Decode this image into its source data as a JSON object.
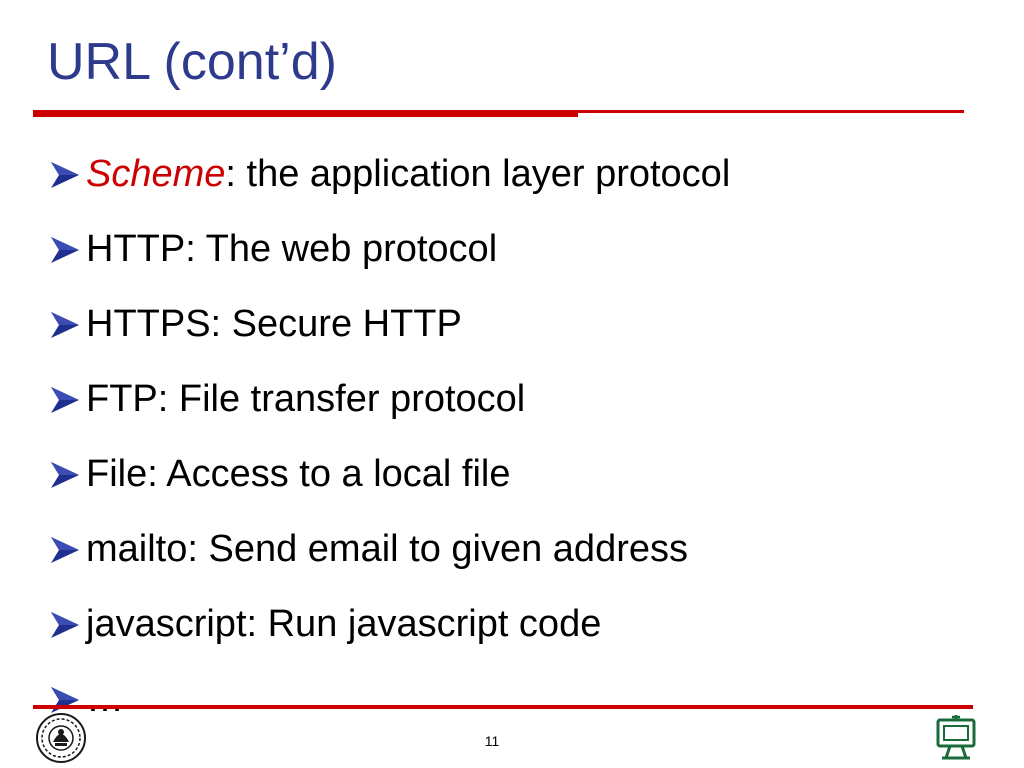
{
  "slide": {
    "title": "URL (cont’d)",
    "bullets": [
      {
        "term": "Scheme",
        "text": ": the application layer protocol"
      },
      {
        "term": "",
        "text": "HTTP: The web protocol"
      },
      {
        "term": "",
        "text": "HTTPS: Secure HTTP"
      },
      {
        "term": "",
        "text": "FTP: File transfer protocol"
      },
      {
        "term": "",
        "text": "File: Access to a local file"
      },
      {
        "term": "",
        "text": "mailto: Send email to given address"
      },
      {
        "term": "",
        "text": "javascript: Run javascript code"
      },
      {
        "term": "",
        "text": "…"
      }
    ],
    "page_number": "11"
  },
  "icons": {
    "bullet": "arrowhead-bullet-icon",
    "logo_left": "university-seal-logo",
    "logo_right": "computer-department-logo"
  },
  "colors": {
    "title": "#2e3a8c",
    "accent": "#cc0000",
    "bullet_arrow": "#1f2f8f",
    "text": "#000000"
  }
}
